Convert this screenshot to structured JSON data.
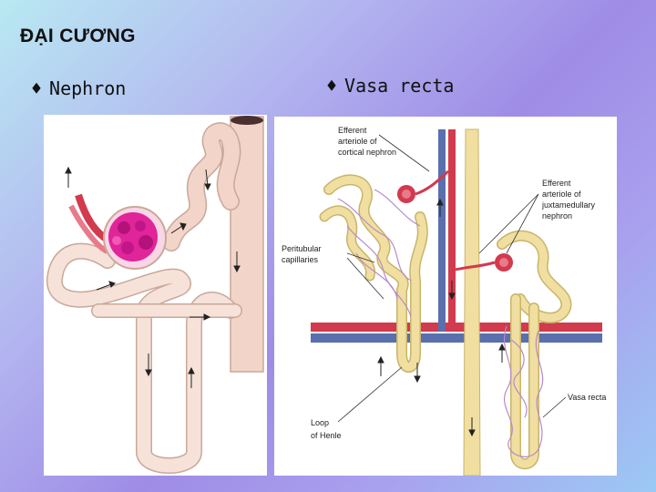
{
  "slide": {
    "title": "ĐẠI CƯƠNG"
  },
  "bullets": {
    "marker": "♦",
    "nephron": "Nephron",
    "vasa_recta": "Vasa recta"
  },
  "vasa_labels": {
    "efferent_cortical": [
      "Efferent",
      "arteriole of",
      "cortical nephron"
    ],
    "efferent_juxta": [
      "Efferent",
      "arteriole of",
      "juxtamedullary",
      "nephron"
    ],
    "peritubular": [
      "Peritubular",
      "capillaries"
    ],
    "loop_henle": [
      "Loop",
      "of Henle"
    ],
    "vasa_recta": "Vasa recta"
  },
  "colors": {
    "tubule": "#f2d4c8",
    "tubule_edge": "#c9a89a",
    "glomerulus": "#e0249a",
    "artery": "#d23a4e",
    "vein": "#5a6fae",
    "capillary": "#b889c9",
    "vasa_tubule": "#f0dfa0",
    "vasa_tubule_edge": "#c9b46a",
    "collecting": "#ece0c4"
  }
}
